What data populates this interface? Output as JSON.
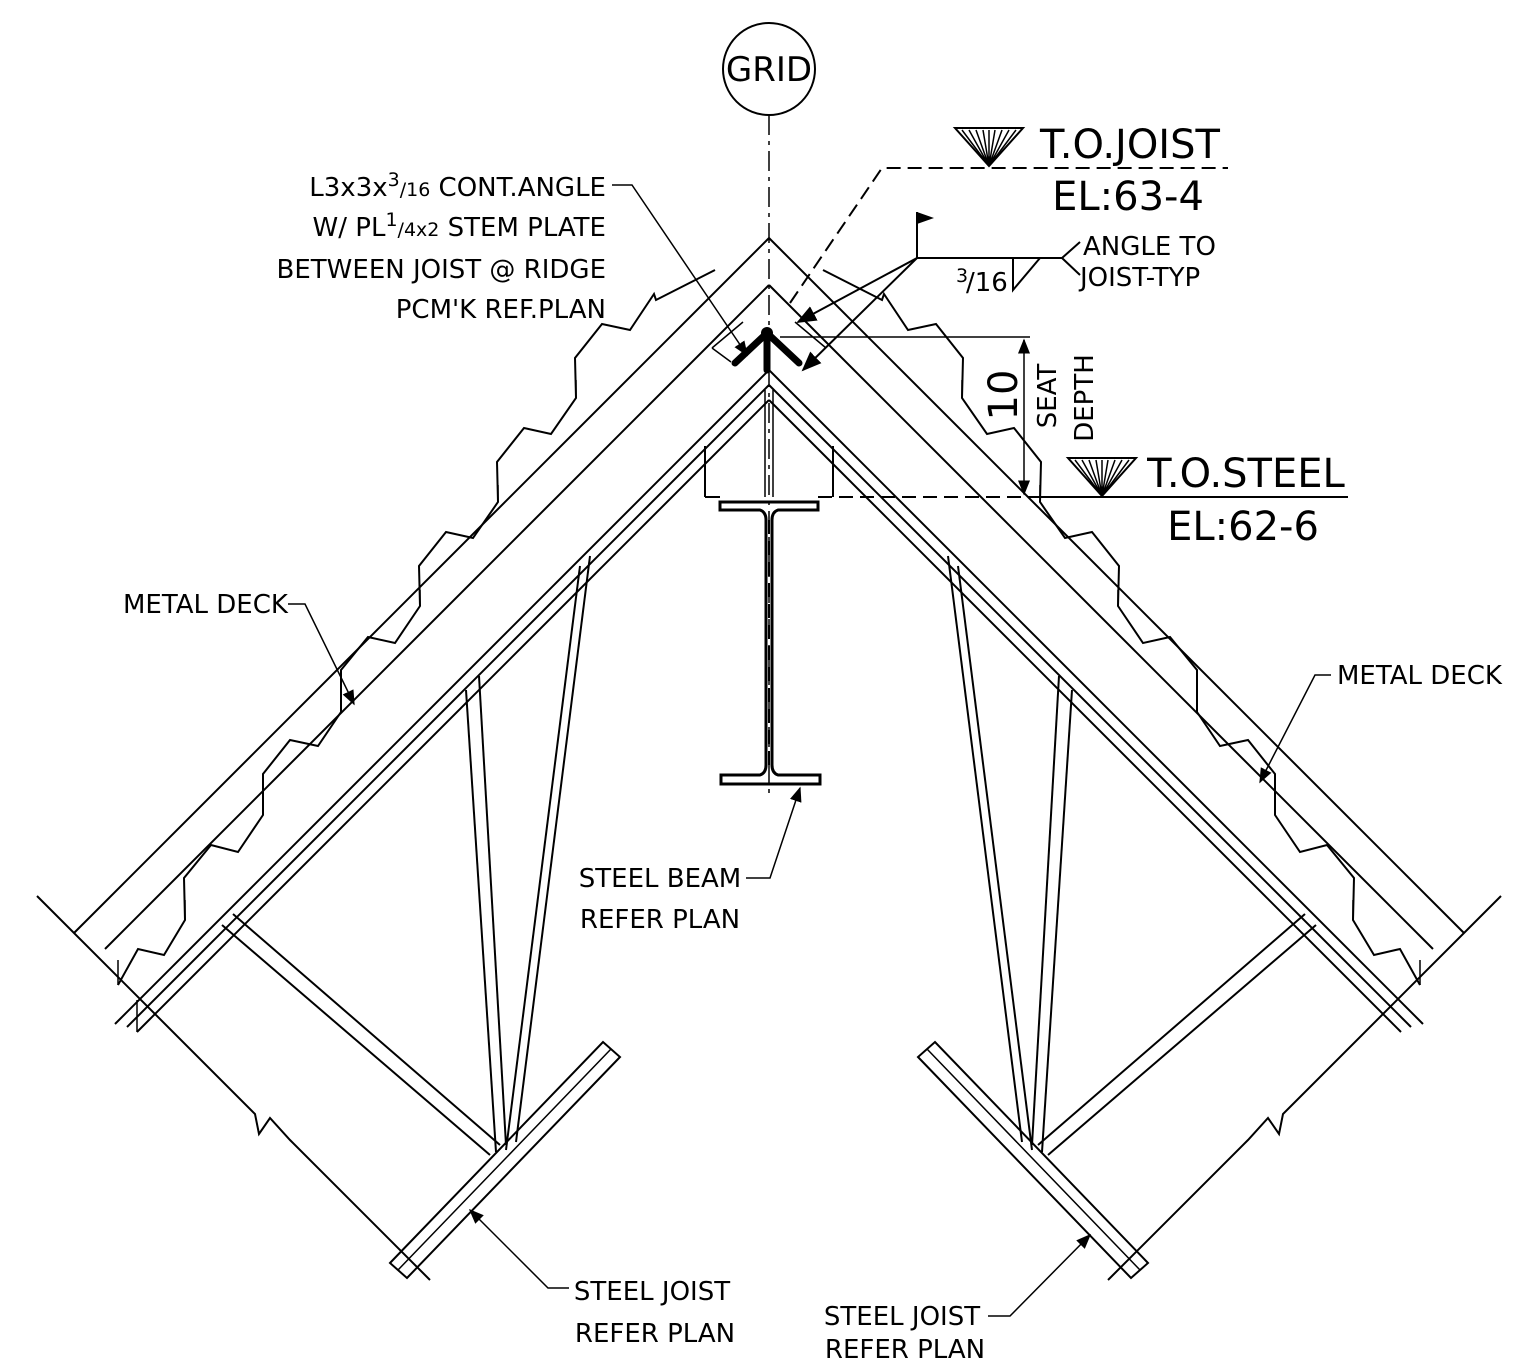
{
  "grid": {
    "label": "GRID"
  },
  "top_of_joist": {
    "title": "T.O.JOIST",
    "elevation": "EL:63-4"
  },
  "top_of_steel": {
    "title": "T.O.STEEL",
    "elevation": "EL:62-6"
  },
  "ridge_angle_note": {
    "line1_prefix": "L3x3x",
    "line1_sup": "3",
    "line1_sub": "/16",
    "line1_suffix": " CONT.ANGLE",
    "line2_prefix": "W/ PL",
    "line2_sup": "1",
    "line2_sub": "/4x2",
    "line2_suffix": " STEM PLATE",
    "line3": "BETWEEN JOIST @ RIDGE",
    "line4": "PCM'K REF.PLAN"
  },
  "weld_symbol": {
    "size_sup": "3",
    "size_sub": "/16",
    "note_line1": "ANGLE TO",
    "note_line2": "JOIST-TYP"
  },
  "seat_dimension": {
    "value": "10",
    "label_line1": "SEAT",
    "label_line2": "DEPTH"
  },
  "labels": {
    "metal_deck_left": "METAL DECK",
    "metal_deck_right": "METAL DECK",
    "steel_beam_line1": "STEEL BEAM",
    "steel_beam_line2": "REFER PLAN",
    "joist_left_line1": "STEEL JOIST",
    "joist_left_line2": "REFER PLAN",
    "joist_right_line1": "STEEL JOIST",
    "joist_right_line2": "REFER PLAN"
  }
}
